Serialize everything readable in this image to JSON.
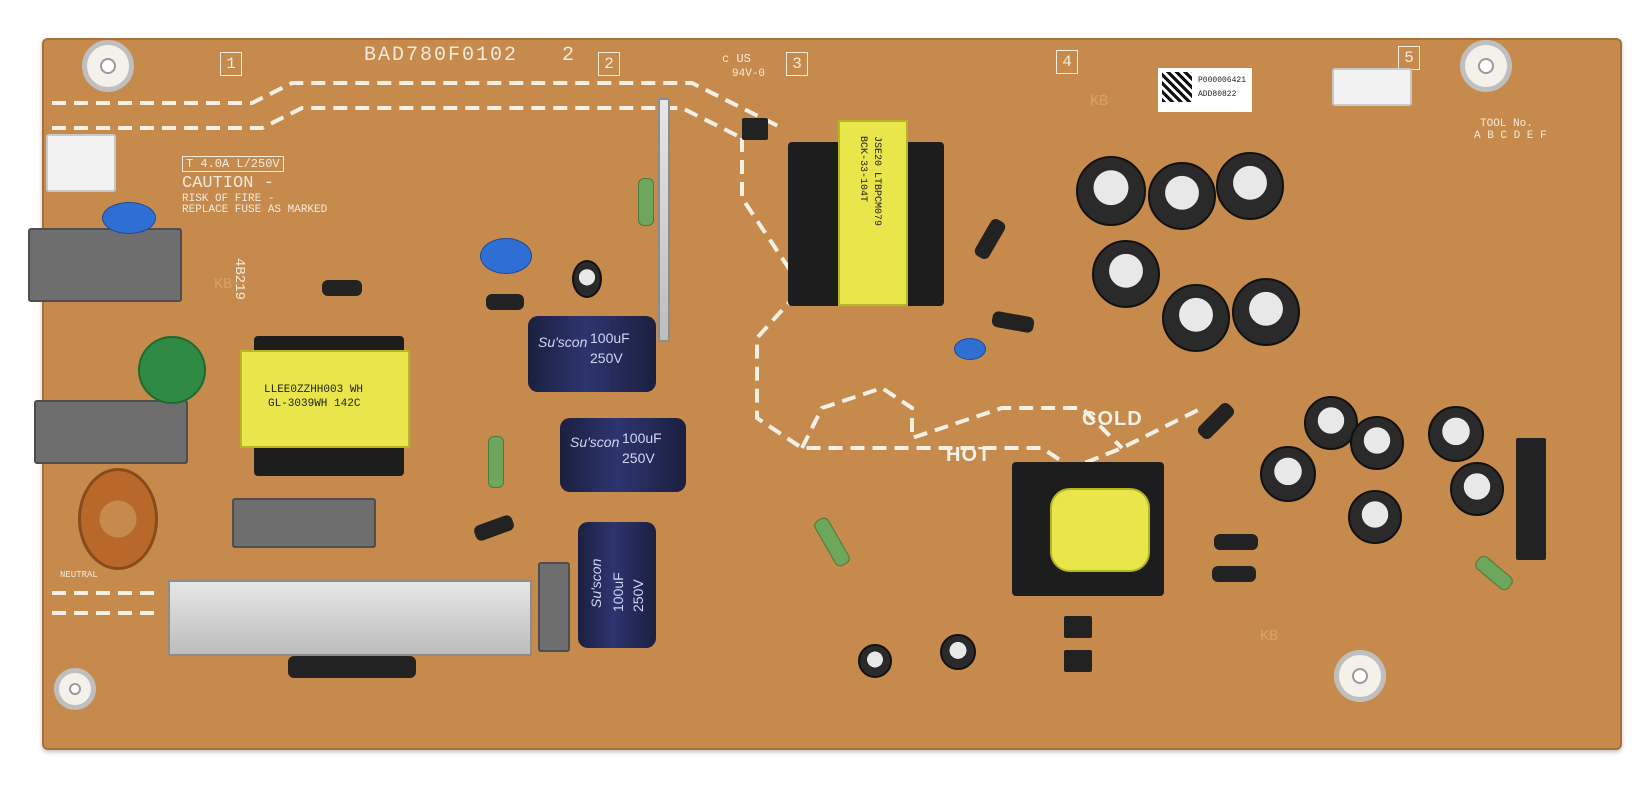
{
  "board": {
    "part_number": "BAD780F0102",
    "part_suffix": "2",
    "zones": [
      "1",
      "2",
      "3",
      "4",
      "5"
    ],
    "fuse_rating": "T 4.0A L/250V",
    "caution_title": "CAUTION -",
    "caution_line1": "RISK OF FIRE -",
    "caution_line2": "REPLACE FUSE AS MARKED",
    "batch_code": "4B219",
    "cold_label": "COLD",
    "hot_label": "HOT",
    "tool_label": "TOOL No.",
    "tool_letters": "A B C D E F",
    "sticker_line1": "P000006421",
    "sticker_line2": "ADD80822",
    "neutral_label": "NEUTRAL",
    "kb_marks": [
      "KB",
      "KB",
      "KB"
    ]
  },
  "components": {
    "pfc_xfmr_label_line1": "LLEE0ZZHH003  WH",
    "pfc_xfmr_label_line2": "GL-3039WH  142C",
    "main_xfmr_label_line1": "JSE20 LTBPCM079",
    "main_xfmr_label_line2": "BCK-33-104T",
    "cap_brand": "Su'scon",
    "cap_value_1": "100uF",
    "cap_voltage_1": "250V",
    "cap_value_2": "100uF",
    "cap_voltage_2": "250V",
    "cap_value_3": "100uF",
    "cap_voltage_3": "250V",
    "ul_mark": "c US",
    "ul_rating": "94V-0"
  },
  "colors": {
    "pcb": "#c58a4c",
    "silkscreen": "#f3ebdd",
    "transformer_tape": "#e8e64a",
    "electrolytic": "#2d3570"
  }
}
